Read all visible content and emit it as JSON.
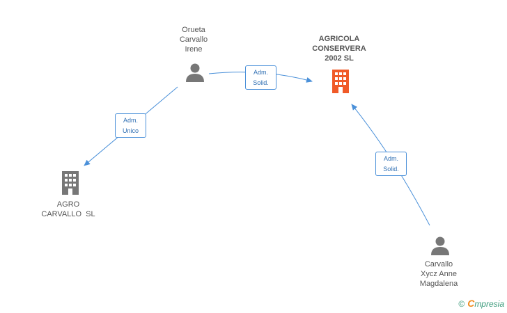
{
  "colors": {
    "edge": "#4a90d9",
    "person_icon": "#777777",
    "company_icon": "#777777",
    "main_company_icon": "#f05a28",
    "edge_label_text": "#2f6fb3"
  },
  "nodes": {
    "orueta": {
      "type": "person",
      "lines": [
        "Orueta",
        "Carvallo",
        "Irene"
      ]
    },
    "agricola": {
      "type": "company-main",
      "lines": [
        "AGRICOLA",
        "CONSERVERA",
        "2002 SL"
      ]
    },
    "agro": {
      "type": "company",
      "lines": [
        "AGRO",
        "CARVALLO  SL"
      ]
    },
    "xycz": {
      "type": "person",
      "lines": [
        "Carvallo",
        "Xycz Anne",
        "Magdalena"
      ]
    }
  },
  "edges": {
    "orueta_agricola": {
      "lines": [
        "Adm.",
        "Solid."
      ]
    },
    "orueta_agro": {
      "lines": [
        "Adm.",
        "Unico"
      ]
    },
    "xycz_agricola": {
      "lines": [
        "Adm.",
        "Solid."
      ]
    }
  },
  "footer": {
    "copyright": "©",
    "brand_first": "C",
    "brand_rest": "mpresia"
  }
}
